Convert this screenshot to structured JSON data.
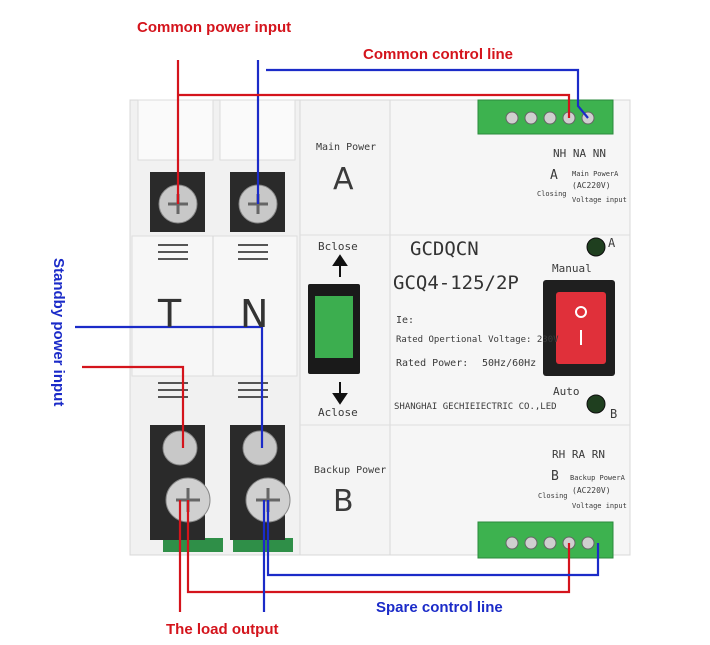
{
  "annotations": {
    "common_power_input": "Common power input",
    "common_control_line": "Common control line",
    "standby_power_input": "Standby power input",
    "spare_control_line": "Spare control line",
    "load_output": "The load output"
  },
  "device": {
    "pole_left": "T",
    "pole_right": "N",
    "main_power_label": "Main Power",
    "main_power_letter": "A",
    "backup_power_label": "Backup Power",
    "backup_power_letter": "B",
    "bclose": "Bclose",
    "aclose": "Aclose",
    "brand": "GCDQCN",
    "model": "GCQ4-125/2P",
    "ie": "Ie:",
    "rated_voltage": "Rated Opertional Voltage: 230V",
    "rated_power_label": "Rated Power:",
    "rated_power_value": "50Hz/60Hz",
    "maker": "SHANGHAI GECHIEIECTRIC CO.,LED",
    "manual": "Manual",
    "auto": "Auto",
    "led_a": "A",
    "led_b": "B",
    "top_terminals": "NH  NA  NN",
    "bottom_terminals": "RH  RA  RN",
    "closing_a_letter": "A",
    "closing_b_letter": "B",
    "closing": "Closing",
    "main_power_a": "Main PowerA",
    "backup_power_a": "Backup PowerA",
    "ac220v": "(AC220V)",
    "voltage_input": "Voltage input"
  },
  "colors": {
    "red_wire": "#d4141c",
    "blue_wire": "#1b2bc8",
    "terminal_green": "#3db24f",
    "switch_red": "#e0303a"
  }
}
